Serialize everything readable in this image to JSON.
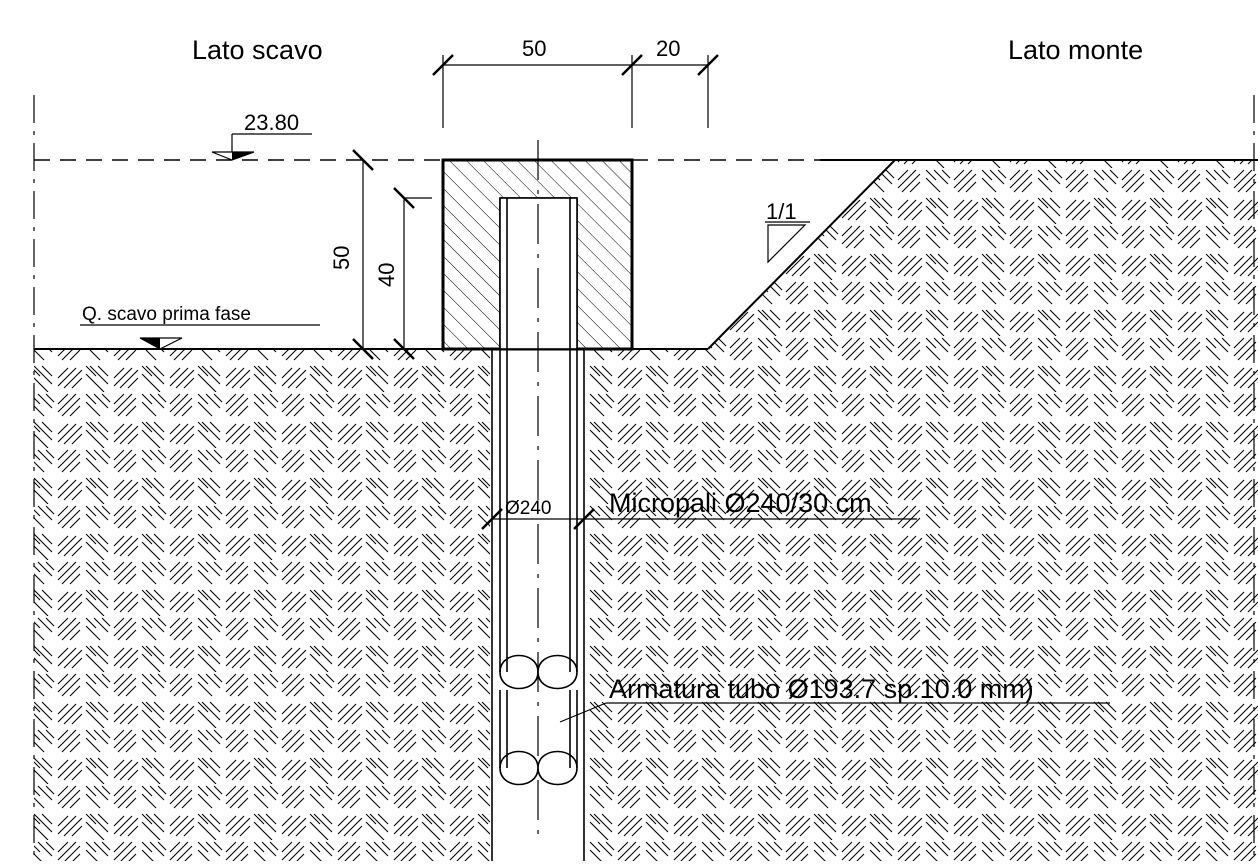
{
  "labels": {
    "side_left": "Lato scavo",
    "side_right": "Lato monte",
    "top_level": "23.80",
    "excavation_level": "Q. scavo prima fase",
    "slope": "1/1",
    "micropile": "Micropali Ø240/30 cm",
    "pile_diameter": "Ø240",
    "reinforcement": "Armatura tubo Ø193.7 sp.10.0 mm)"
  },
  "dimensions": {
    "cap_width": "50",
    "cap_offset": "20",
    "cap_height": "50",
    "tube_embed": "40"
  },
  "colors": {
    "line": "#000000",
    "background": "#ffffff"
  }
}
